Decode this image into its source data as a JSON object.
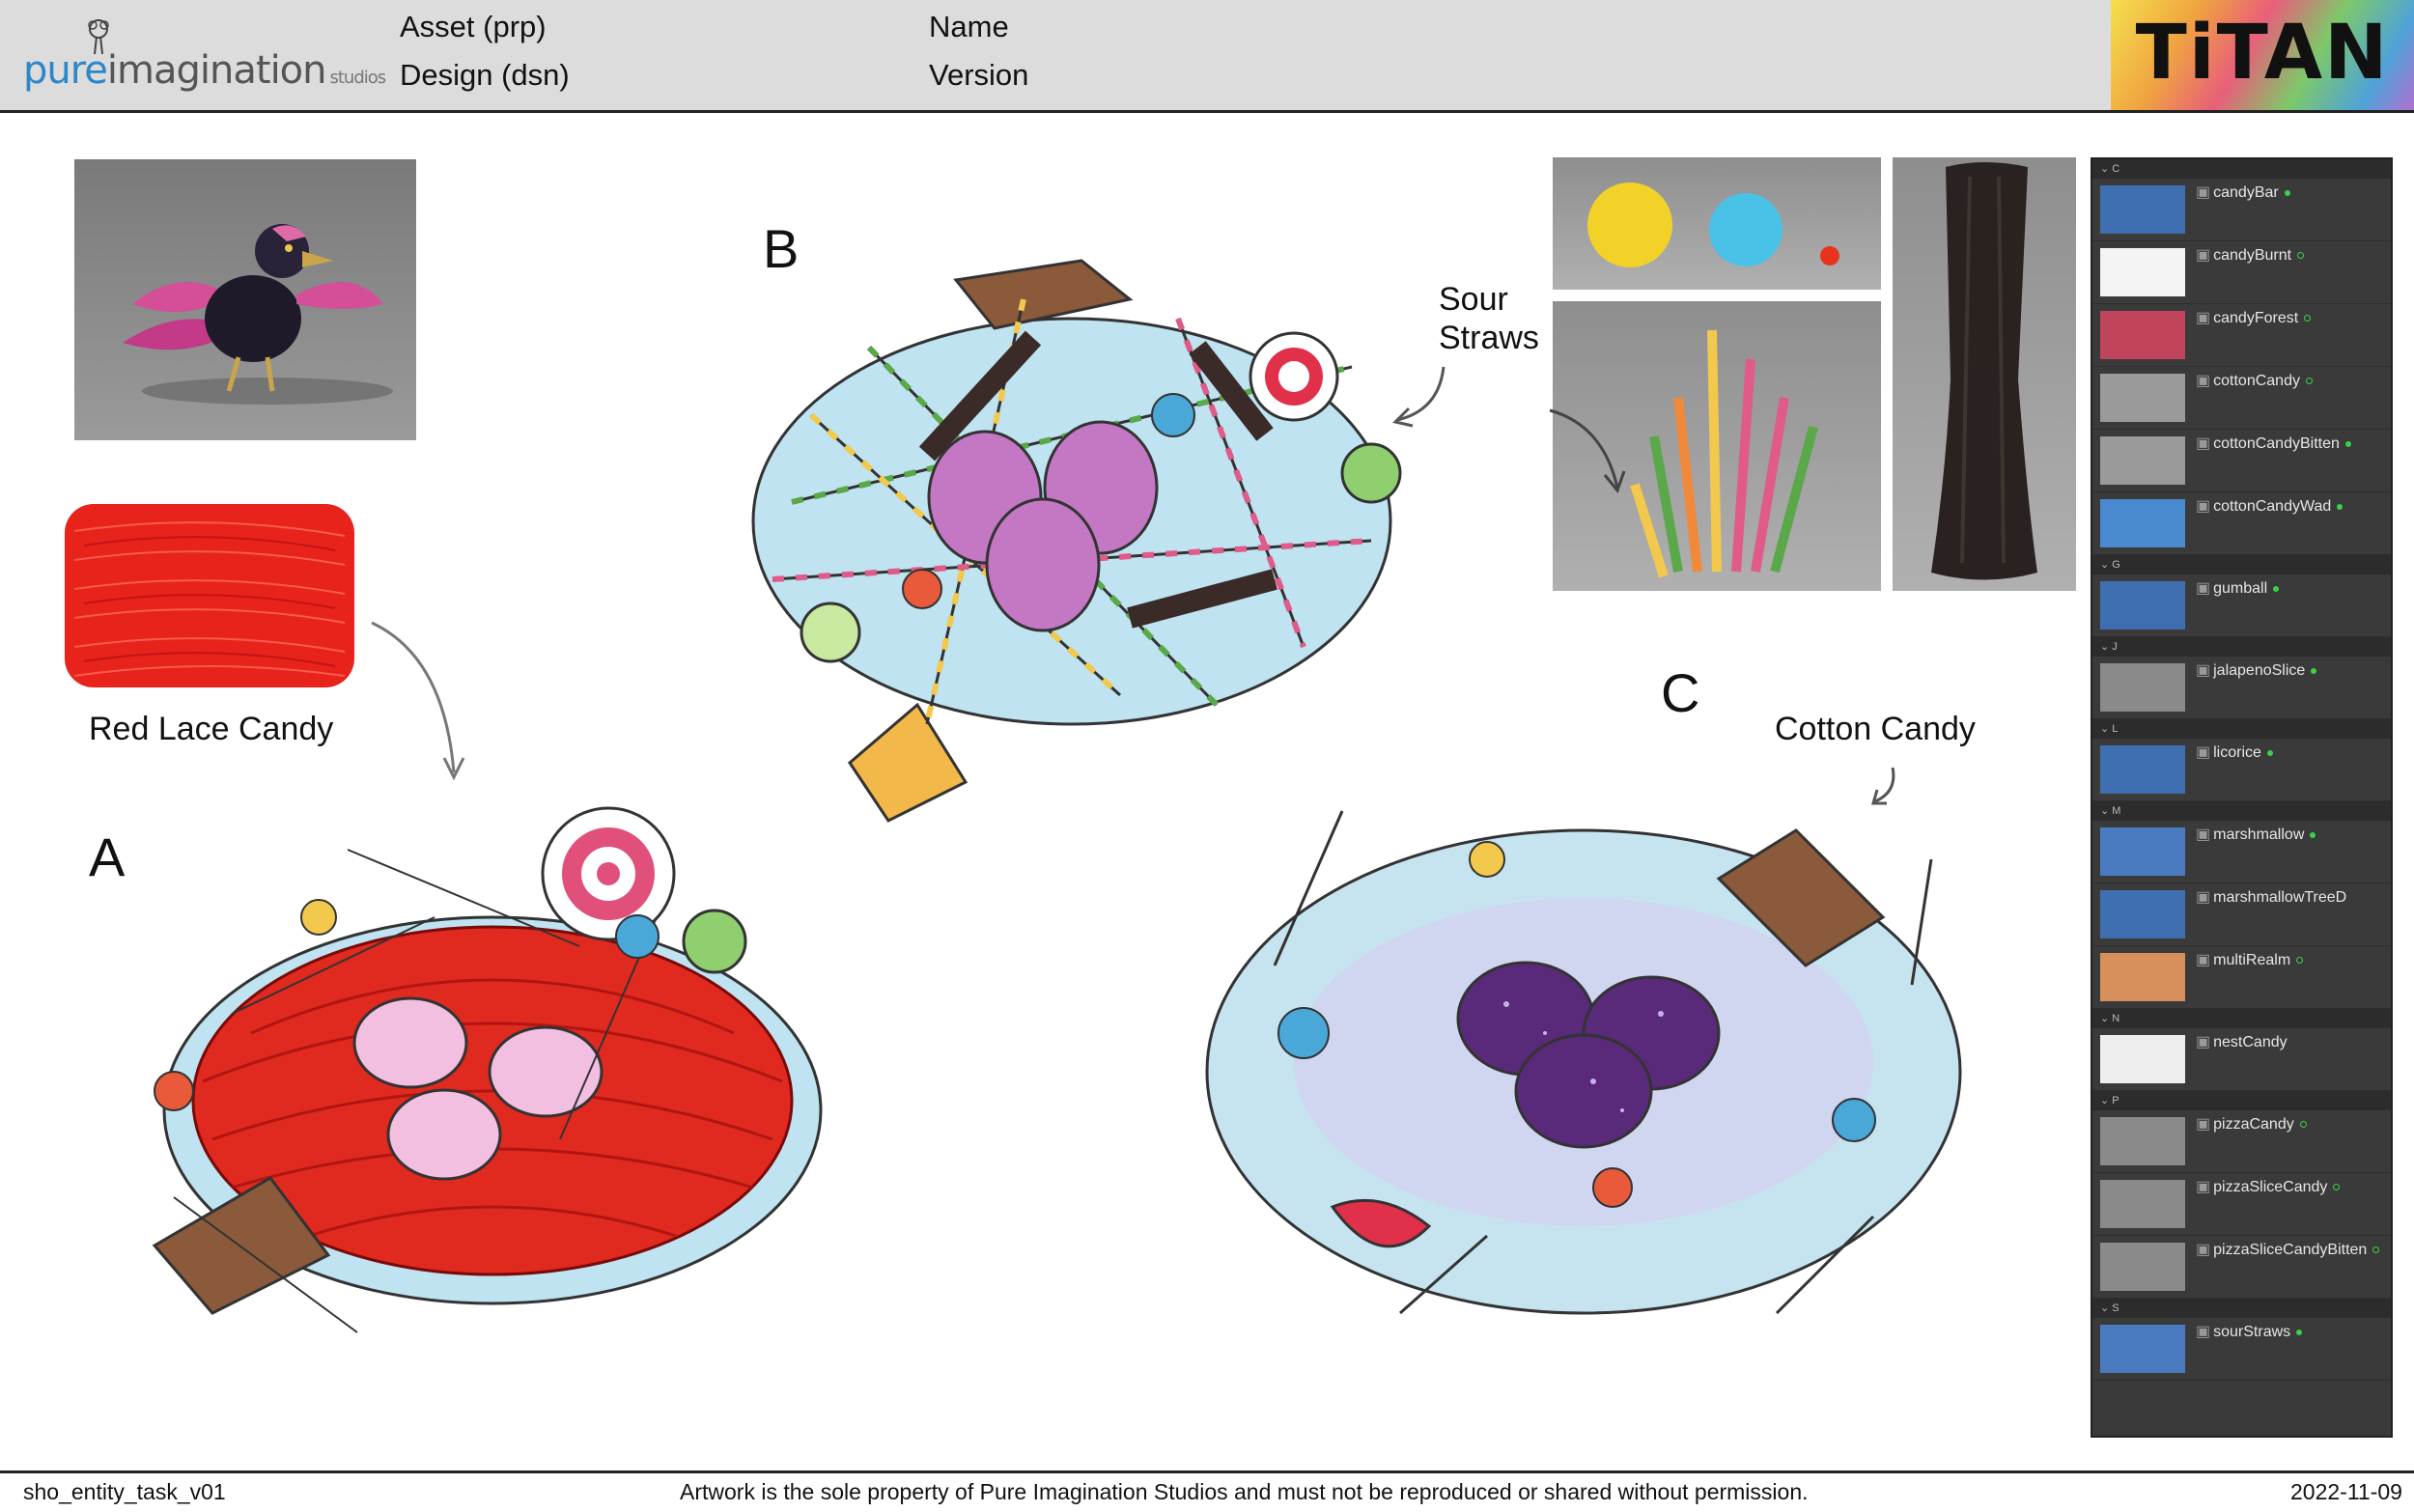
{
  "header": {
    "logo": {
      "pure": "pure",
      "imagination": "imagination",
      "studios": "studios"
    },
    "asset_label": "Asset (prp)",
    "design_label": "Design (dsn)",
    "name_label": "Name",
    "version_label": "Version",
    "brand": "TiTAN"
  },
  "sketches": {
    "a_label": "A",
    "b_label": "B",
    "c_label": "C"
  },
  "notes": {
    "red_lace": "Red Lace Candy",
    "sour_straws_1": "Sour",
    "sour_straws_2": "Straws",
    "cotton_candy": "Cotton Candy"
  },
  "asset_panel": {
    "groups": [
      {
        "letter": "C",
        "items": [
          {
            "name": "candyBar",
            "status": "done"
          },
          {
            "name": "candyBurnt",
            "status": "pending"
          },
          {
            "name": "candyForest",
            "status": "pending"
          },
          {
            "name": "cottonCandy",
            "status": "pending"
          },
          {
            "name": "cottonCandyBitten",
            "status": "done"
          },
          {
            "name": "cottonCandyWad",
            "status": "done"
          }
        ]
      },
      {
        "letter": "G",
        "items": [
          {
            "name": "gumball",
            "status": "done"
          }
        ]
      },
      {
        "letter": "J",
        "items": [
          {
            "name": "jalapenoSlice",
            "status": "done"
          }
        ]
      },
      {
        "letter": "L",
        "items": [
          {
            "name": "licorice",
            "status": "done"
          }
        ]
      },
      {
        "letter": "M",
        "items": [
          {
            "name": "marshmallow",
            "status": "done"
          },
          {
            "name": "marshmallowTreeD",
            "status": "none"
          },
          {
            "name": "multiRealm",
            "status": "pending"
          }
        ]
      },
      {
        "letter": "N",
        "items": [
          {
            "name": "nestCandy",
            "status": "none"
          }
        ]
      },
      {
        "letter": "P",
        "items": [
          {
            "name": "pizzaCandy",
            "status": "pending"
          },
          {
            "name": "pizzaSliceCandy",
            "status": "pending"
          },
          {
            "name": "pizzaSliceCandyBitten",
            "status": "pending"
          }
        ]
      },
      {
        "letter": "S",
        "items": [
          {
            "name": "sourStraws",
            "status": "done"
          }
        ]
      }
    ],
    "status_color": "#3bd14a"
  },
  "footer": {
    "task": "sho_entity_task_v01",
    "notice": "Artwork is the sole property of Pure Imagination Studios and must not be reproduced or shared without permission.",
    "date": "2022-11-09"
  },
  "colors": {
    "header_bg": "#dcdcdc",
    "logo_blue": "#2e86c9",
    "panel_bg": "#3a3a3a",
    "licorice_red": "#e02a1f",
    "cotton_blue": "#bfe3f0",
    "egg_pink": "#e4b4e4",
    "egg_purple": "#5a2a7a"
  }
}
